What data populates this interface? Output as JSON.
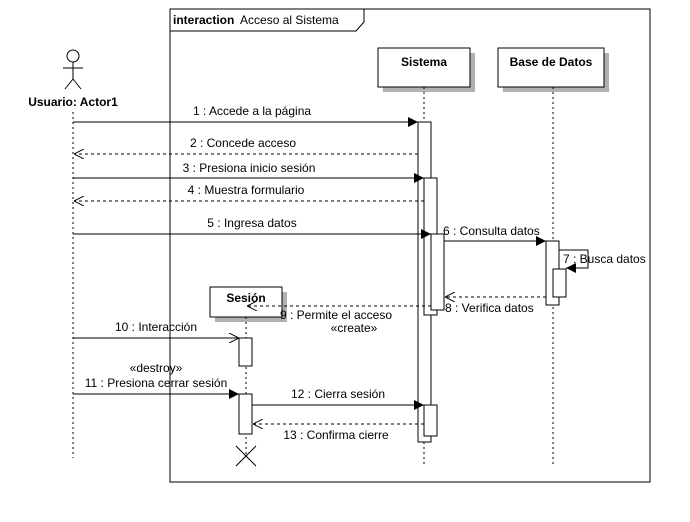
{
  "frame": {
    "keyword": "interaction",
    "title": "Acceso al Sistema"
  },
  "actor": {
    "name": "Usuario: Actor1"
  },
  "lifelines": {
    "sistema": "Sistema",
    "base_datos": "Base de Datos",
    "sesion": "Sesión"
  },
  "messages": {
    "m1": "1 : Accede a la página",
    "m2": "2 : Concede acceso",
    "m3": "3 : Presiona inicio sesión",
    "m4": "4 : Muestra formulario",
    "m5": "5 : Ingresa datos",
    "m6": "6 : Consulta datos",
    "m7": "7 : Busca datos",
    "m8": "8 : Verifica datos",
    "m9": "9 : Permite el acceso",
    "m9_stereotype": "«create»",
    "m10": "10 : Interacción",
    "m11_stereotype": "«destroy»",
    "m11": "11 : Presiona cerrar sesión",
    "m12": "12 : Cierra sesión",
    "m13": "13 : Confirma cierre"
  }
}
